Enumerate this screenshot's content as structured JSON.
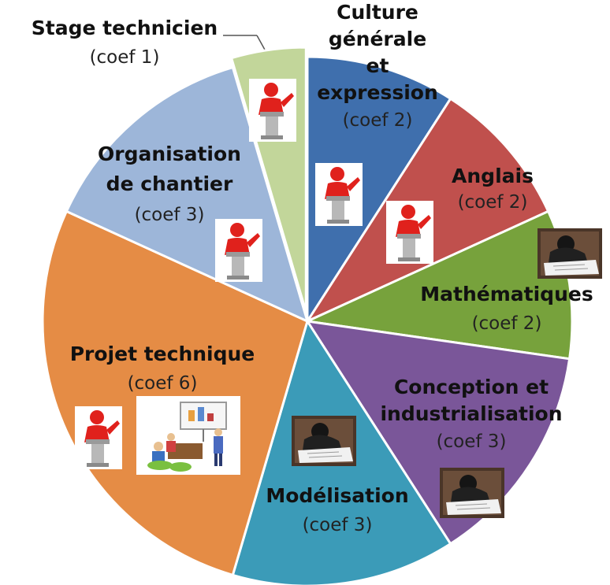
{
  "chart_data": {
    "type": "pie",
    "categories": [
      "Culture générale et expression",
      "Anglais",
      "Mathématiques",
      "Conception et industrialisation",
      "Modélisation",
      "Projet technique",
      "Organisation de chantier",
      "Stage technicien"
    ],
    "values": [
      2,
      2,
      2,
      3,
      3,
      6,
      3,
      1
    ],
    "slices": [
      {
        "name_lines": [
          "Culture",
          "générale",
          "et",
          "expression"
        ],
        "coef": "(coef 2)",
        "value": 2,
        "color": "#3f6fad",
        "icons": [
          "speaker-icon"
        ]
      },
      {
        "name_lines": [
          "Anglais"
        ],
        "coef": "(coef 2)",
        "value": 2,
        "color": "#c0504d",
        "icons": [
          "speaker-icon"
        ]
      },
      {
        "name_lines": [
          "Mathématiques"
        ],
        "coef": "(coef 2)",
        "value": 2,
        "color": "#77a23c",
        "icons": [
          "exam-photo-icon"
        ]
      },
      {
        "name_lines": [
          "Conception et",
          "industrialisation"
        ],
        "coef": "(coef 3)",
        "value": 3,
        "color": "#7a5699",
        "icons": [
          "exam-photo-icon"
        ]
      },
      {
        "name_lines": [
          "Modélisation"
        ],
        "coef": "(coef 3)",
        "value": 3,
        "color": "#3b9bb8",
        "icons": [
          "exam-photo-icon"
        ]
      },
      {
        "name_lines": [
          "Projet technique"
        ],
        "coef": "(coef 6)",
        "value": 6,
        "color": "#e58c45",
        "icons": [
          "speaker-icon",
          "presentation-icon"
        ]
      },
      {
        "name_lines": [
          "Organisation",
          "de chantier"
        ],
        "coef": "(coef 3)",
        "value": 3,
        "color": "#9db6d9",
        "icons": [
          "speaker-icon"
        ]
      },
      {
        "name_lines": [
          "Stage technicien"
        ],
        "coef": "(coef 1)",
        "value": 1,
        "color": "#c2d69a",
        "icons": [
          "speaker-icon"
        ]
      }
    ]
  }
}
